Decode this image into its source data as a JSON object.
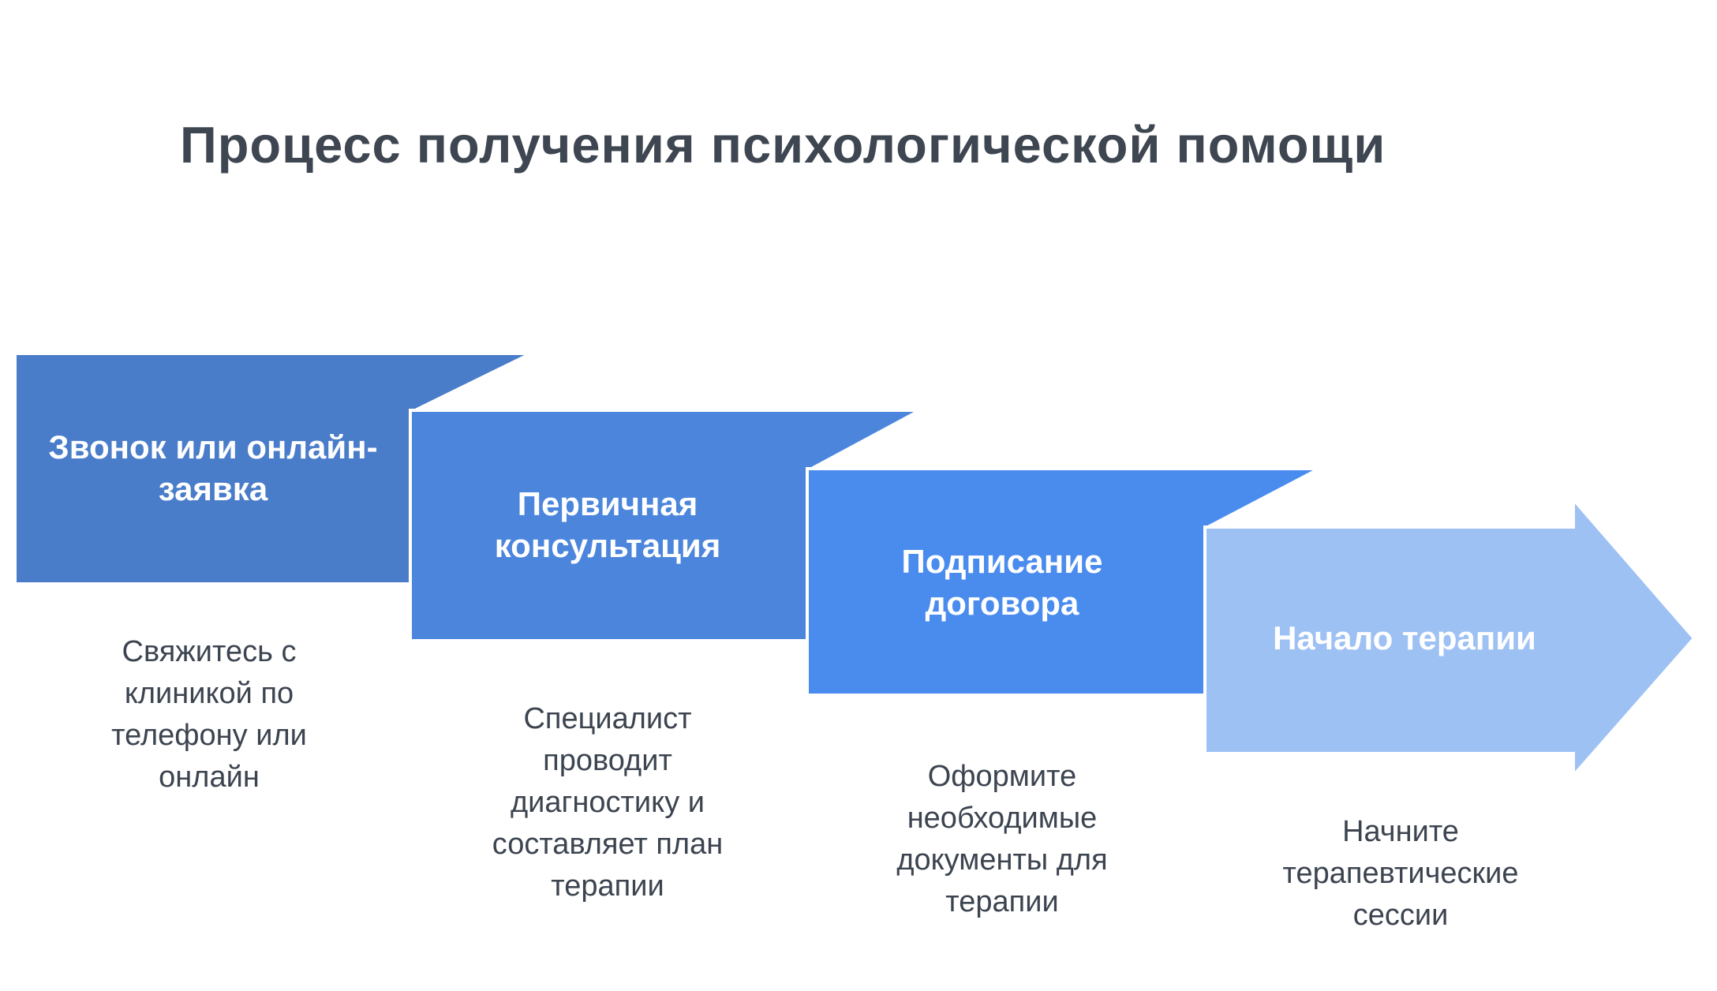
{
  "title": "Процесс получения психологической помощи",
  "colors": {
    "step1": "#4a7dc9",
    "step2": "#4c86dc",
    "step3": "#4a8cee",
    "step4": "#9ec1f4",
    "description_text": "#3c4450",
    "title_text": "#3e4651",
    "background": "#ffffff"
  },
  "steps": [
    {
      "label": "Звонок или онлайн-заявка",
      "description": "Свяжитесь с клиникой по телефону или онлайн"
    },
    {
      "label": "Первичная консультация",
      "description": "Специалист проводит диагностику и составляет план терапии"
    },
    {
      "label": "Подписание договора",
      "description": "Оформите необходимые документы для терапии"
    },
    {
      "label": "Начало терапии",
      "description": "Начните терапевтические сессии"
    }
  ]
}
